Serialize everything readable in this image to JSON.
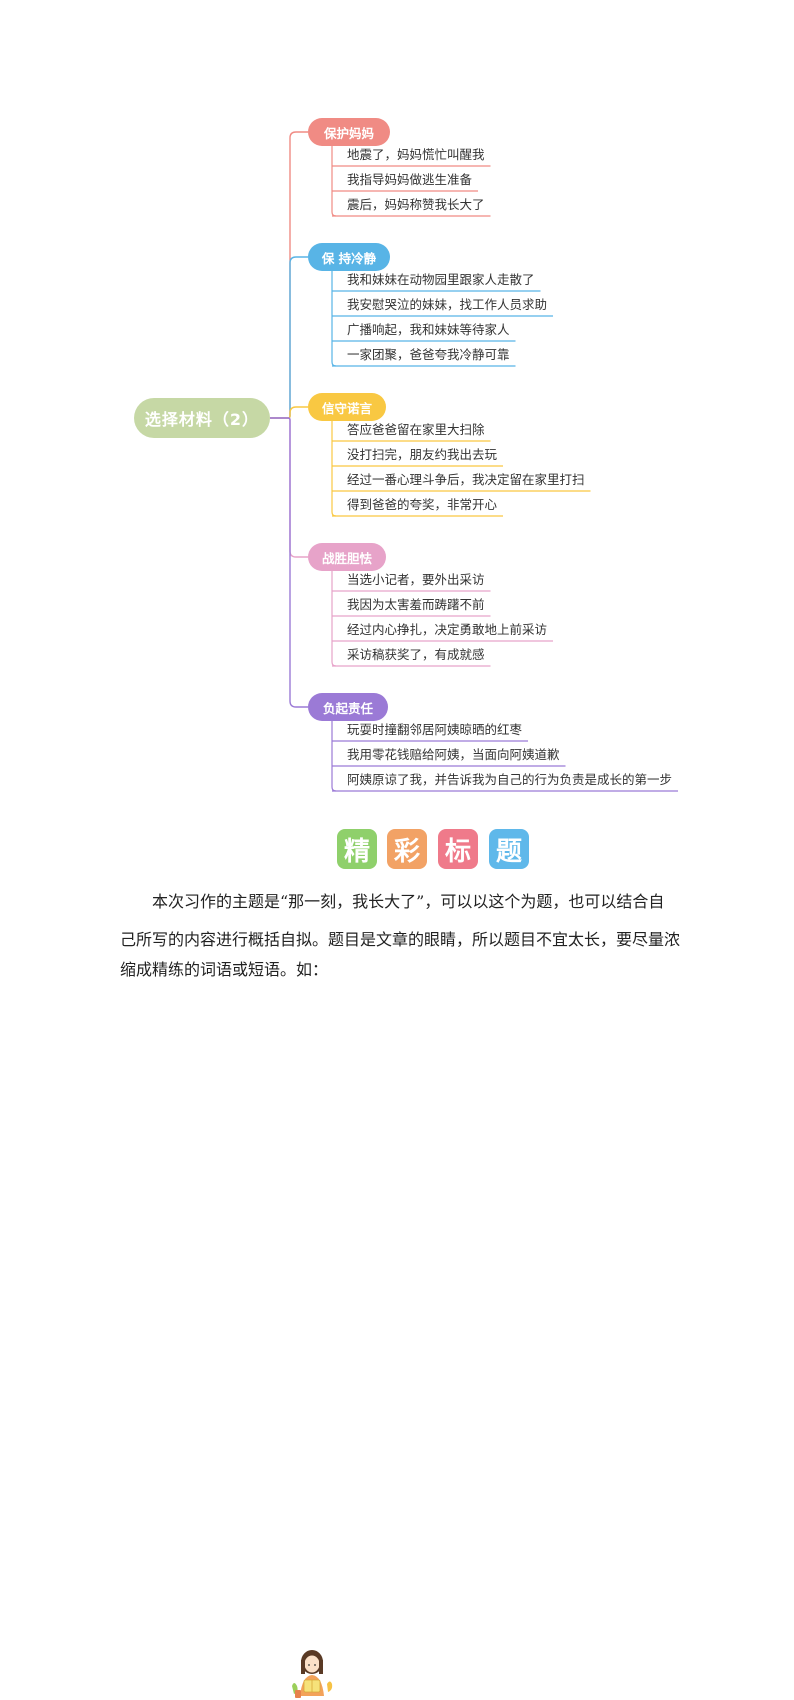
{
  "mindmap": {
    "root": "选择材料（2）",
    "colors": {
      "root": "#c6d8a5",
      "line": "#b9b9b9"
    },
    "categories": [
      {
        "label": "保护妈妈",
        "color": "#f08b84",
        "items": [
          "地震了，妈妈慌忙叫醒我",
          "我指导妈妈做逃生准备",
          "震后，妈妈称赞我长大了"
        ]
      },
      {
        "label": "保 持冷静",
        "color": "#58b4e6",
        "items": [
          "我和妹妹在动物园里跟家人走散了",
          "我安慰哭泣的妹妹，找工作人员求助",
          "广播响起，我和妹妹等待家人",
          "一家团聚，爸爸夸我冷静可靠"
        ]
      },
      {
        "label": "信守诺言",
        "color": "#f9c842",
        "items": [
          "答应爸爸留在家里大扫除",
          "没打扫完，朋友约我出去玩",
          "经过一番心理斗争后，我决定留在家里打扫",
          "得到爸爸的夸奖，非常开心"
        ]
      },
      {
        "label": "战胜胆怯",
        "color": "#e7a3c9",
        "items": [
          "当选小记者，要外出采访",
          "我因为太害羞而踌躇不前",
          "经过内心挣扎，决定勇敢地上前采访",
          "采访稿获奖了，有成就感"
        ]
      },
      {
        "label": "负起责任",
        "color": "#9b7ad6",
        "items": [
          "玩耍时撞翻邻居阿姨晾晒的红枣",
          "我用零花钱赔给阿姨，当面向阿姨道歉",
          "阿姨原谅了我，并告诉我为自己的行为负责是成长的第一步"
        ]
      }
    ]
  },
  "heading": {
    "chars": [
      {
        "text": "精",
        "color": "#8fd06b"
      },
      {
        "text": "彩",
        "color": "#f2a265"
      },
      {
        "text": "标",
        "color": "#ef7a8a"
      },
      {
        "text": "题",
        "color": "#5fb8ea"
      }
    ],
    "icon": "girl-reading-icon"
  },
  "body": {
    "line1": "本次习作的主题是“那一刻，我长大了”，可以以这个为题，也可以结合自",
    "line2": "己所写的内容进行概括自拟。题目是文章的眼睛，所以题目不宜太长，要尽量浓",
    "line3": "缩成精练的词语或短语。如："
  }
}
